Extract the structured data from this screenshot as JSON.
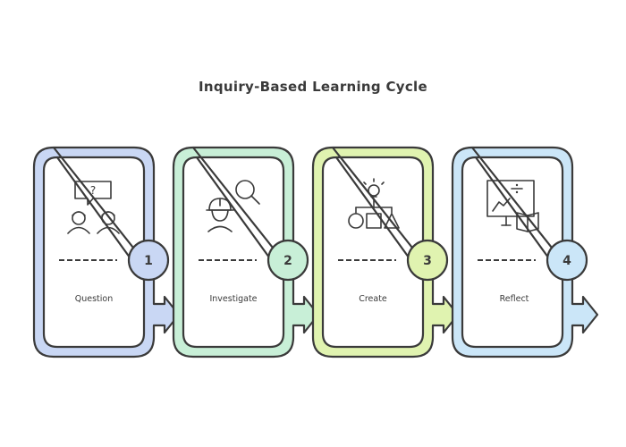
{
  "title": "Inquiry-Based Learning Cycle",
  "colors": {
    "stroke": "#3a3a3a",
    "step1": "#c9d7f4",
    "step2": "#c8efd7",
    "step3": "#e0f3b0",
    "step4": "#cbe6f8"
  },
  "steps": [
    {
      "number": "1",
      "label": "Question",
      "icon": "question-discussion-icon",
      "color": "#c9d7f4"
    },
    {
      "number": "2",
      "label": "Investigate",
      "icon": "investigator-search-icon",
      "color": "#c8efd7"
    },
    {
      "number": "3",
      "label": "Create",
      "icon": "idea-shapes-icon",
      "color": "#e0f3b0"
    },
    {
      "number": "4",
      "label": "Reflect",
      "icon": "board-book-icon",
      "color": "#cbe6f8"
    }
  ]
}
